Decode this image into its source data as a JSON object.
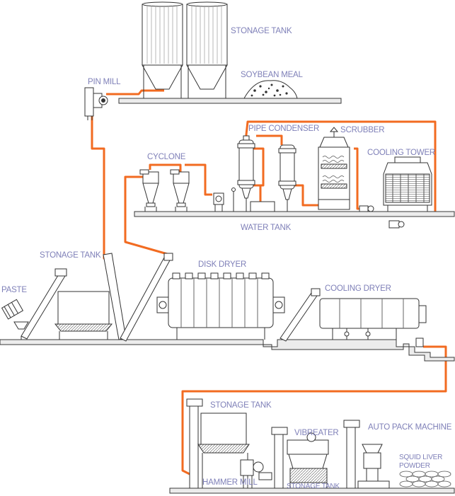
{
  "labels": {
    "stonage_tank_top": "STONAGE TANK",
    "soybean_meal": "SOYBEAN MEAL",
    "pin_mill": "PIN MILL",
    "pipe_condenser": "PIPE CONDENSER",
    "scrubber": "SCRUBBER",
    "cyclone": "CYCLONE",
    "cooling_tower": "COOLING TOWER",
    "water_tank": "WATER TANK",
    "stonage_tank_mid": "STONAGE TANK",
    "disk_dryer": "DISK DRYER",
    "paste": "PASTE",
    "cooling_dryer": "COOLING DRYER",
    "stonage_tank_low": "STONAGE TANK",
    "vibreater": "VIBREATER",
    "auto_pack_machine": "AUTO PACK MACHINE",
    "squid_liver": "SQUID LIVER",
    "powder": "POWDER",
    "hammer_mill": "HAMMER MILL",
    "stonage_tank_bottom": "STONAGE TANK"
  },
  "colors": {
    "pipe": "#f26b21",
    "label": "#7f80b8",
    "line": "#3a3a3a",
    "floor": "#e6e6e6"
  }
}
